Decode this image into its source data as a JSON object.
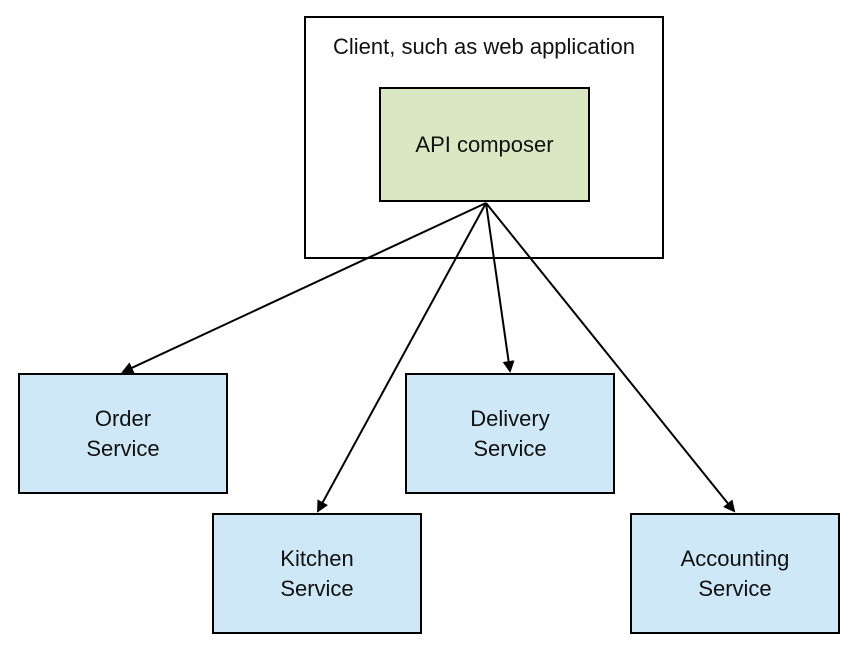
{
  "diagram": {
    "client_label": "Client, such as web application",
    "composer": {
      "label": "API composer",
      "fill": "#d9e8c3"
    },
    "service_fill": "#cfe8f8",
    "services": [
      {
        "line1": "Order",
        "line2": "Service"
      },
      {
        "line1": "Delivery",
        "line2": "Service"
      },
      {
        "line1": "Kitchen",
        "line2": "Service"
      },
      {
        "line1": "Accounting",
        "line2": "Service"
      }
    ],
    "connections": [
      {
        "from": "API composer",
        "to": "Order Service"
      },
      {
        "from": "API composer",
        "to": "Kitchen Service"
      },
      {
        "from": "API composer",
        "to": "Delivery Service"
      },
      {
        "from": "API composer",
        "to": "Accounting Service"
      }
    ]
  }
}
